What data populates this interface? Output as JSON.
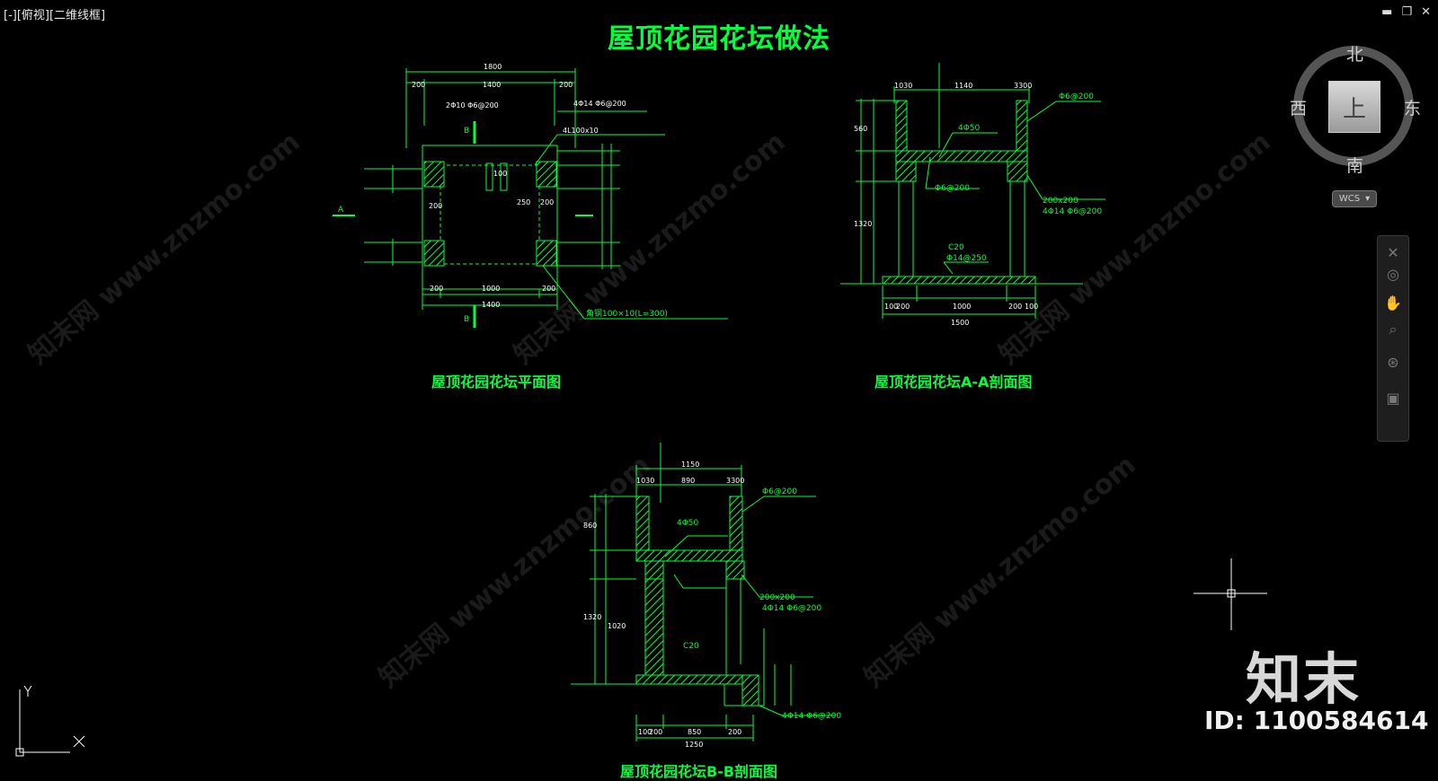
{
  "viewport_label": "[-][俯视][二维线框]",
  "window_controls": {
    "minimize": "▬",
    "restore": "❐",
    "close": "✕"
  },
  "drawing": {
    "title": "屋顶花园花坛做法",
    "plan_title": "屋顶花园花坛平面图",
    "section_aa_title": "屋顶花园花坛A-A剖面图",
    "section_bb_title": "屋顶花园花坛B-B剖面图"
  },
  "plan": {
    "dim_total": "1800",
    "dim_left": "200",
    "dim_mid": "1400",
    "dim_right": "200",
    "rebar_note": "2Φ10 Φ6@200",
    "note_right_1": "4Φ14 Φ6@200",
    "note_right_2": "4L100x10",
    "dim_bottom_mid": "1000",
    "dim_bottom_total": "1400",
    "dim_bl": "200",
    "dim_br": "200",
    "dim_inner_250": "250",
    "dim_inner_100": "100",
    "dim_inner_200": "200",
    "bottom_note": "角钢100×10(L=300)",
    "section_mark_a": "A",
    "section_mark_b": "B"
  },
  "section_aa": {
    "dim_1140": "1140",
    "dim_1030": "1030",
    "dim_3300": "3300",
    "dim_1000": "1000",
    "dim_1500": "1500",
    "dim_100a": "100",
    "dim_200a": "200",
    "dim_200b": "200",
    "dim_100b": "100",
    "dim_v_560": "560",
    "dim_v_1320": "1320",
    "note_top": "4Φ50",
    "note_mid": "Φ6@200",
    "note_side": "200x200",
    "note_rebar": "4Φ14 Φ6@200",
    "note_c20": "C20",
    "note_c20b": "Φ14@250"
  },
  "section_bb": {
    "dim_1150": "1150",
    "dim_890": "890",
    "dim_1030": "1030",
    "dim_3300": "3300",
    "dim_850": "850",
    "dim_1250": "1250",
    "dim_100": "100",
    "dim_200": "200",
    "dim_v_860": "860",
    "dim_v_1320": "1320",
    "dim_v_1020": "1020",
    "note_top": "Φ6@200",
    "note_mid": "4Φ50",
    "note_side": "200x200",
    "note_rebar": "4Φ14 Φ6@200",
    "note_c20": "C20",
    "note_bottom": "4Φ14 Φ6@200"
  },
  "viewcube": {
    "north": "北",
    "south": "南",
    "west": "西",
    "east": "东",
    "face": "上",
    "wcs": "WCS"
  },
  "ucs": {
    "x": "X",
    "y": "Y"
  },
  "watermark": {
    "logo": "知末",
    "id": "ID: 1100584614",
    "site": "知末网 www.znzmo.com"
  },
  "colors": {
    "background": "#000000",
    "drawing": "#00ff3c",
    "dims": "#ffffff"
  }
}
